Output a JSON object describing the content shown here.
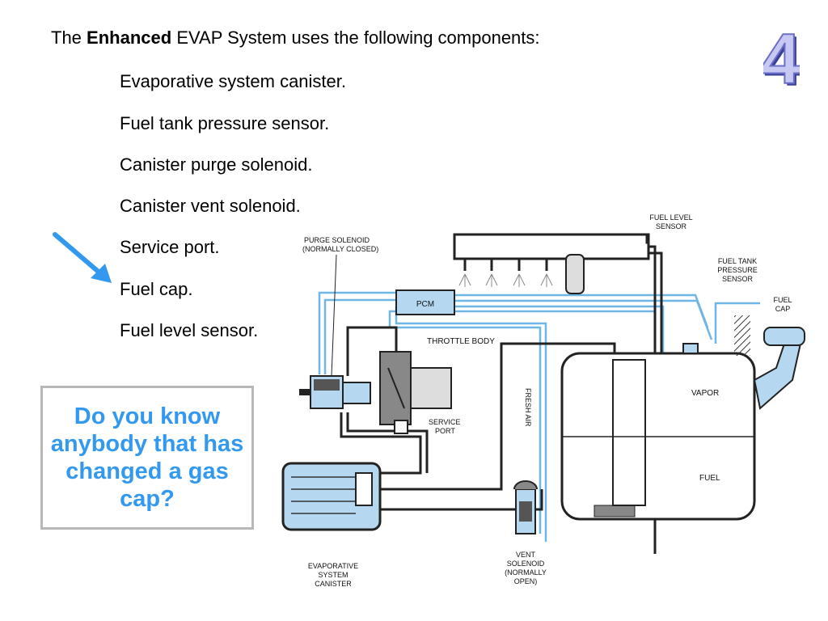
{
  "heading": {
    "prefix": "The",
    "emphasis": "Enhanced",
    "suffix": "EVAP System uses the following components:"
  },
  "components": [
    "Evaporative system canister.",
    "Fuel tank pressure sensor.",
    "Canister purge solenoid.",
    "Canister vent solenoid.",
    "Service port.",
    "Fuel cap.",
    "Fuel level sensor."
  ],
  "slide_number": "4",
  "callout": "Do you know anybody that has changed a gas cap?",
  "diagram": {
    "labels": {
      "purge_line1": "PURGE SOLENOID",
      "purge_line2": "(NORMALLY CLOSED)",
      "fuel_level_line1": "FUEL LEVEL",
      "fuel_level_line2": "SENSOR",
      "pressure_line1": "FUEL TANK",
      "pressure_line2": "PRESSURE",
      "pressure_line3": "SENSOR",
      "cap_line1": "FUEL",
      "cap_line2": "CAP",
      "pcm": "PCM",
      "throttle": "THROTTLE BODY",
      "service_line1": "SERVICE",
      "service_line2": "PORT",
      "fresh_air": "FRESH AIR",
      "vapor": "VAPOR",
      "fuel": "FUEL",
      "canister_line1": "EVAPORATIVE",
      "canister_line2": "SYSTEM",
      "canister_line3": "CANISTER",
      "vent_line1": "VENT",
      "vent_line2": "SOLENOID",
      "vent_line3": "(NORMALLY",
      "vent_line4": "OPEN)"
    }
  },
  "colors": {
    "accent_blue": "#3399ee",
    "diagram_blue": "#6fb6e6",
    "canister_fill": "#b5d8f0",
    "slide_number": "#8a8fd8"
  }
}
